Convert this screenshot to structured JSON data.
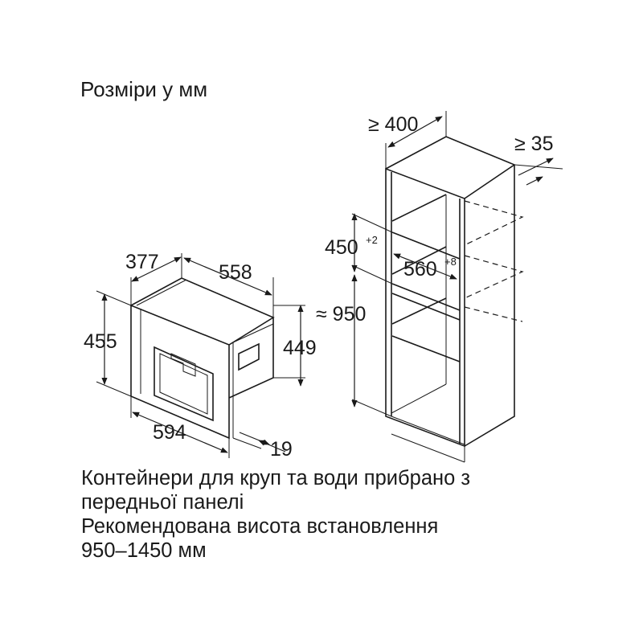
{
  "header": {
    "units": "Розміри у мм"
  },
  "appliance": {
    "depth": "377",
    "width_top": "558",
    "height": "455",
    "height_inner": "449",
    "width_front": "594",
    "front_thickness": "19"
  },
  "niche": {
    "depth_min": "≥ 400",
    "rear_gap_min": "≥ 35",
    "opening_height": "450",
    "opening_height_tol": "+2",
    "opening_width": "560",
    "opening_width_tol": "+8",
    "install_height": "≈ 950"
  },
  "notes": {
    "line1": "Контейнери для круп та води прибрано з",
    "line2": "передньої панелі",
    "line3": "Рекомендована висота встановлення",
    "line4": "950–1450 мм"
  }
}
